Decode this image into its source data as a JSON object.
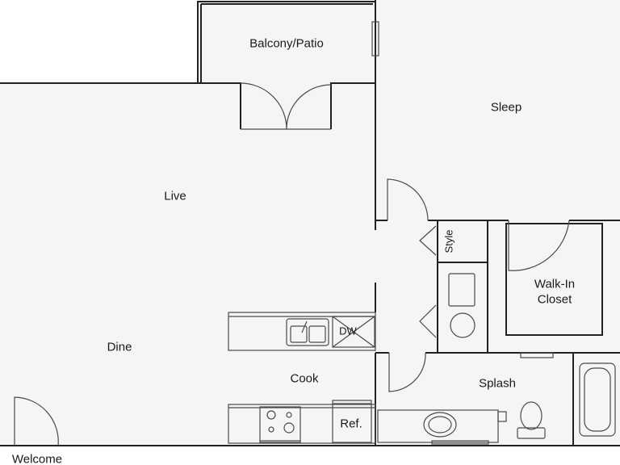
{
  "floorplan": {
    "colors": {
      "wall": "#222222",
      "floor": "#f5f5f5",
      "fixture": "#4a4a4a",
      "background": "#ffffff"
    },
    "rooms": {
      "balcony": "Balcony/Patio",
      "sleep": "Sleep",
      "live": "Live",
      "walkin_line1": "Walk-In",
      "walkin_line2": "Closet",
      "dine": "Dine",
      "cook": "Cook",
      "splash": "Splash",
      "style": "Style",
      "entry": "Welcome"
    },
    "appliances": {
      "dishwasher": "DW",
      "refrigerator": "Ref."
    },
    "icons": {
      "sink": "kitchen-sink-icon",
      "stove": "stove-icon",
      "toilet": "toilet-icon",
      "bathtub": "bathtub-icon",
      "vanity": "bathroom-sink-icon",
      "washer": "washer-icon",
      "dryer": "dryer-icon"
    }
  }
}
